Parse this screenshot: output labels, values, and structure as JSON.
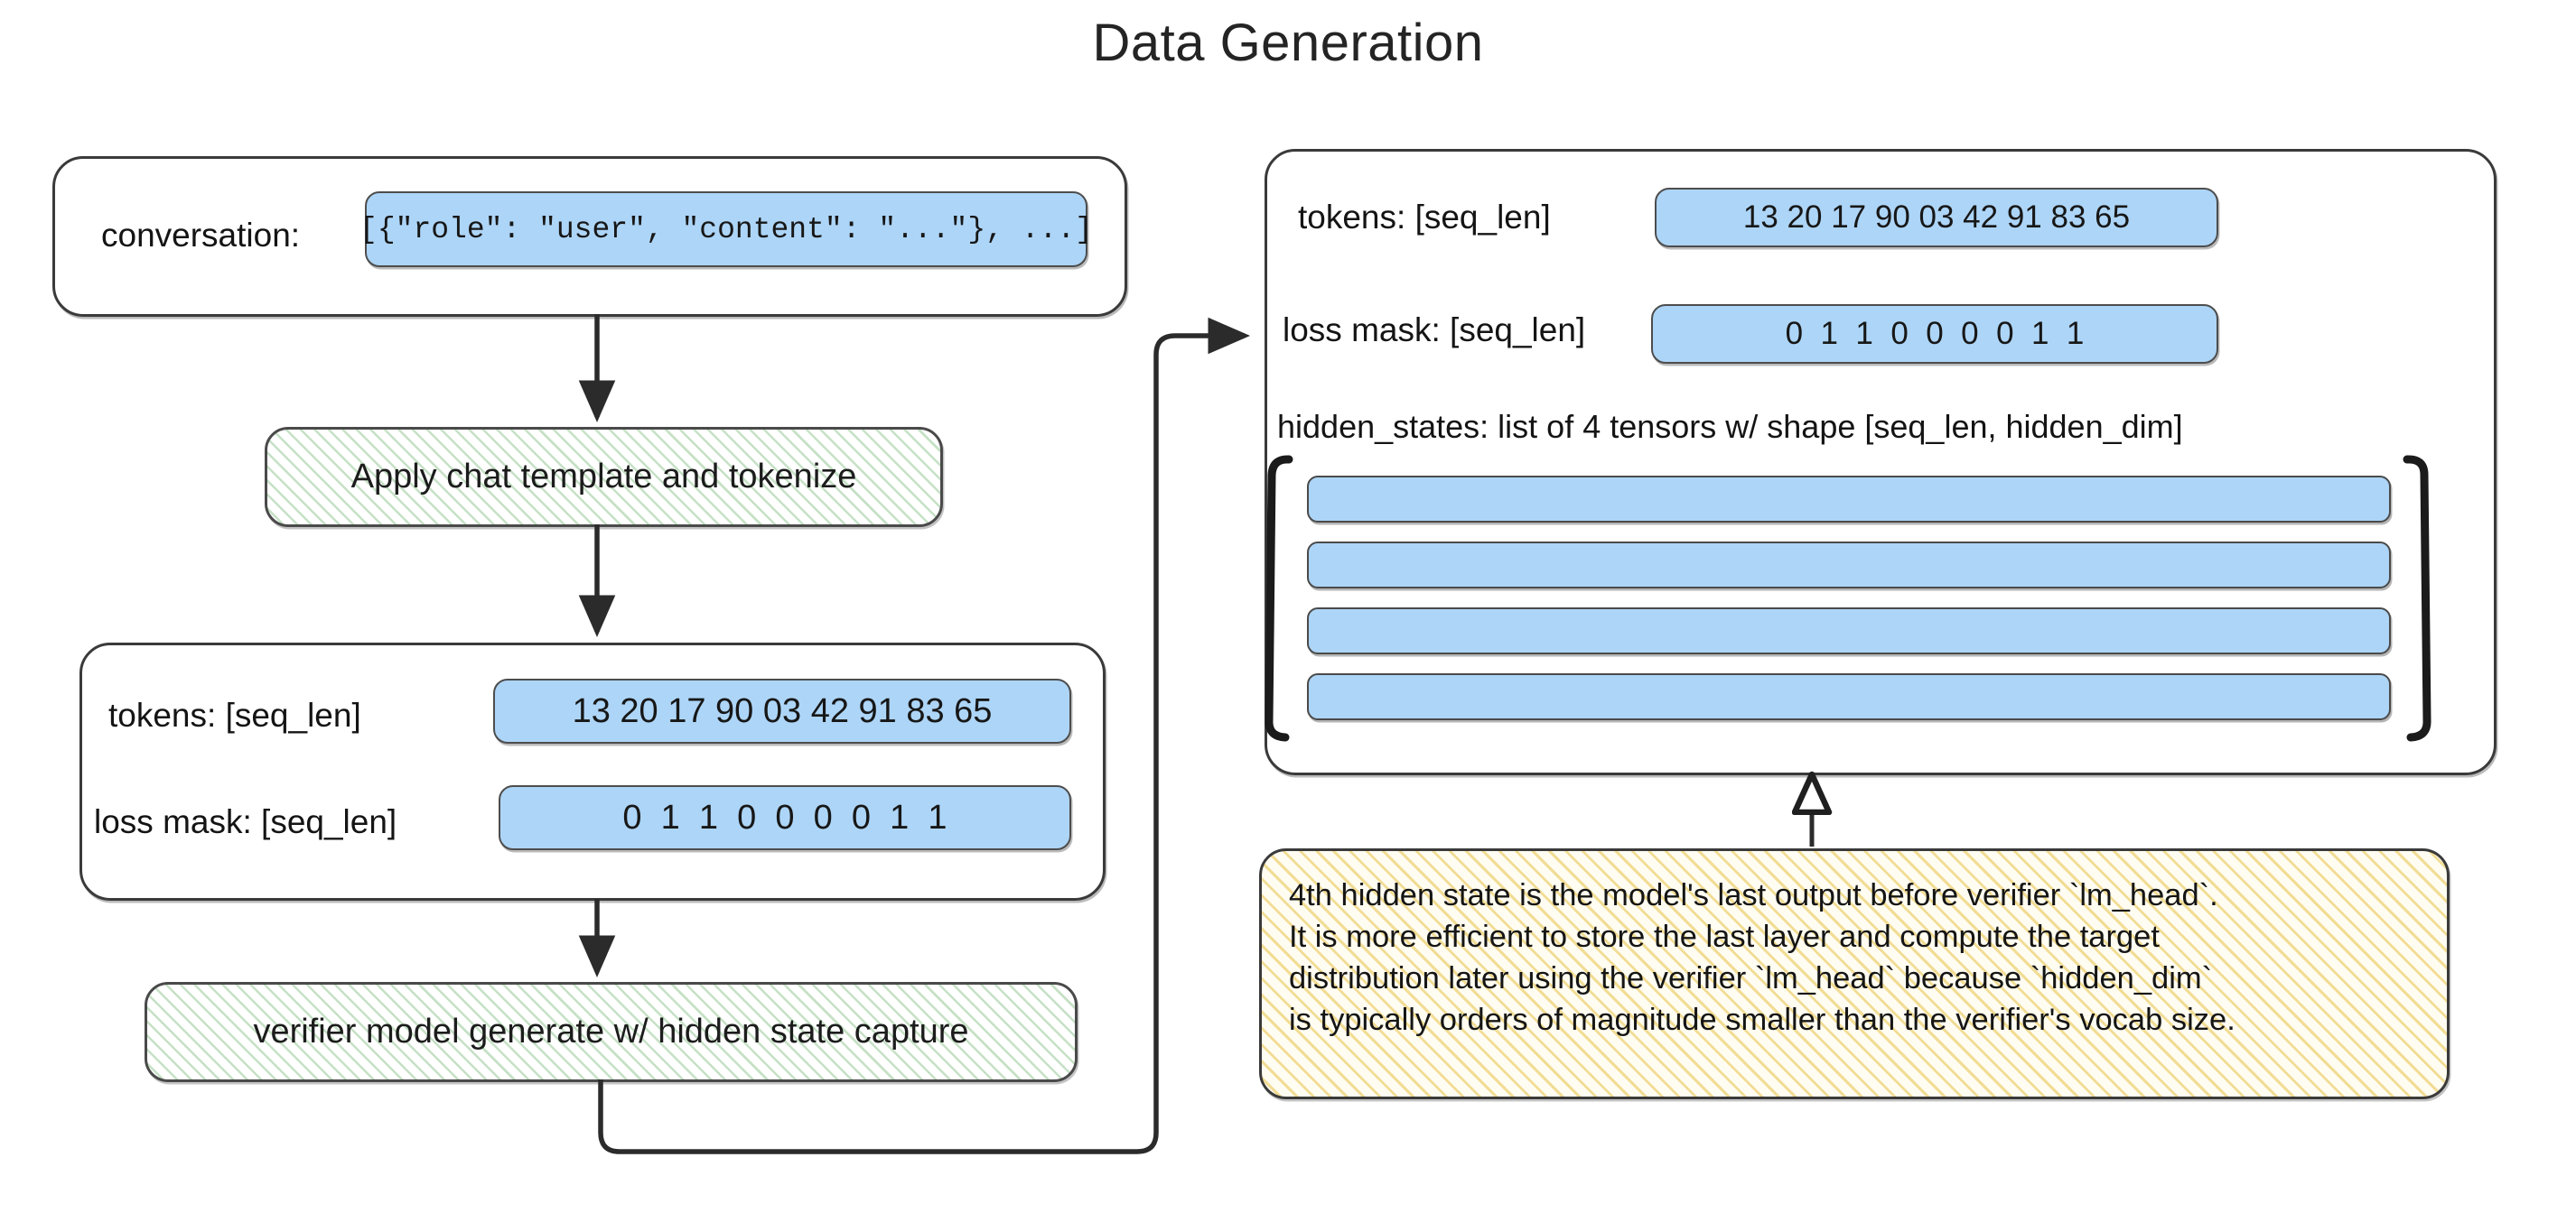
{
  "title": "Data Generation",
  "colors": {
    "data_chip_blue": "#ADD5F7",
    "process_green": "#68B068",
    "note_yellow": "#E8C248",
    "stroke": "#3A3A3A",
    "text": "#141414"
  },
  "left_flow": {
    "input_panel": {
      "field_label": "conversation:",
      "value": "[{\"role\": \"user\", \"content\": \"...\"}, ...]"
    },
    "step_1": {
      "label": "Apply chat template and tokenize"
    },
    "tokenized_panel": {
      "rows": [
        {
          "label": "tokens: [seq_len]",
          "values": "13 20 17 90 03 42 91 83 65"
        },
        {
          "label": "loss mask: [seq_len]",
          "values": "0  1  1  0  0  0  0  1  1"
        }
      ]
    },
    "step_2": {
      "label": "verifier model generate w/ hidden state capture"
    }
  },
  "right_output": {
    "rows": [
      {
        "label": "tokens: [seq_len]",
        "values": "13 20 17 90 03 42 91 83 65"
      },
      {
        "label": "loss mask: [seq_len]",
        "values": "0  1  1  0  0  0  0  1  1"
      }
    ],
    "hidden_states_label": "hidden_states: list of 4 tensors w/ shape [seq_len, hidden_dim]",
    "tensor_count": 4
  },
  "note": {
    "lines": [
      "4th hidden state is the model's last output before verifier `lm_head`.",
      "It is more efficient to store the last layer and compute the target",
      "distribution later using the verifier `lm_head` because `hidden_dim`",
      "is typically orders of magnitude smaller than the verifier's vocab size."
    ]
  }
}
